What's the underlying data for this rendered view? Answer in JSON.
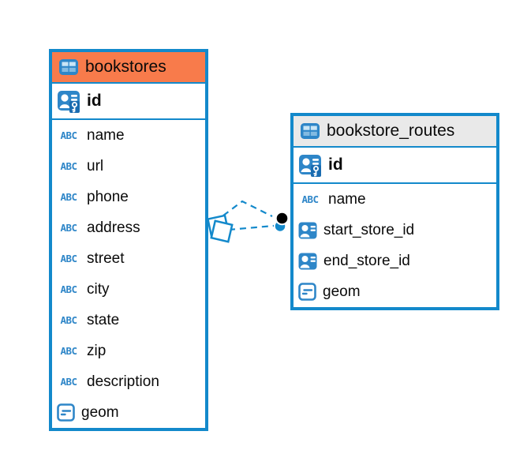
{
  "colors": {
    "line_blue": "#1389CB",
    "icon_blue": "#2E86C8",
    "icon_cell": "#C9E5F6",
    "key_badge": "#1A6CB0",
    "header_orange": "#F87B4B",
    "header_gray": "#E9E9E9",
    "text": "#0a0a0a",
    "marker_black": "#000000"
  },
  "icons": {
    "text_type": "ABC",
    "table": "table-grid-icon",
    "pk": "id-with-key-icon",
    "fk": "id-card-icon",
    "geometry": "geometry-box-icon"
  },
  "tables": {
    "bookstores": {
      "title": "bookstores",
      "pk": "id",
      "columns": [
        {
          "name": "name",
          "type": "text"
        },
        {
          "name": "url",
          "type": "text"
        },
        {
          "name": "phone",
          "type": "text"
        },
        {
          "name": "address",
          "type": "text"
        },
        {
          "name": "street",
          "type": "text"
        },
        {
          "name": "city",
          "type": "text"
        },
        {
          "name": "state",
          "type": "text"
        },
        {
          "name": "zip",
          "type": "text"
        },
        {
          "name": "description",
          "type": "text"
        },
        {
          "name": "geom",
          "type": "geometry"
        }
      ]
    },
    "bookstore_routes": {
      "title": "bookstore_routes",
      "pk": "id",
      "columns": [
        {
          "name": "name",
          "type": "text"
        },
        {
          "name": "start_store_id",
          "type": "fk"
        },
        {
          "name": "end_store_id",
          "type": "fk"
        },
        {
          "name": "geom",
          "type": "geometry"
        }
      ]
    }
  },
  "relationships": {
    "line_style": "dashed",
    "line_count": 2,
    "left_end_marker": "two-overlapping-tilted-squares",
    "right_end_marker": "two-stacked-circles-black-over-blue"
  }
}
